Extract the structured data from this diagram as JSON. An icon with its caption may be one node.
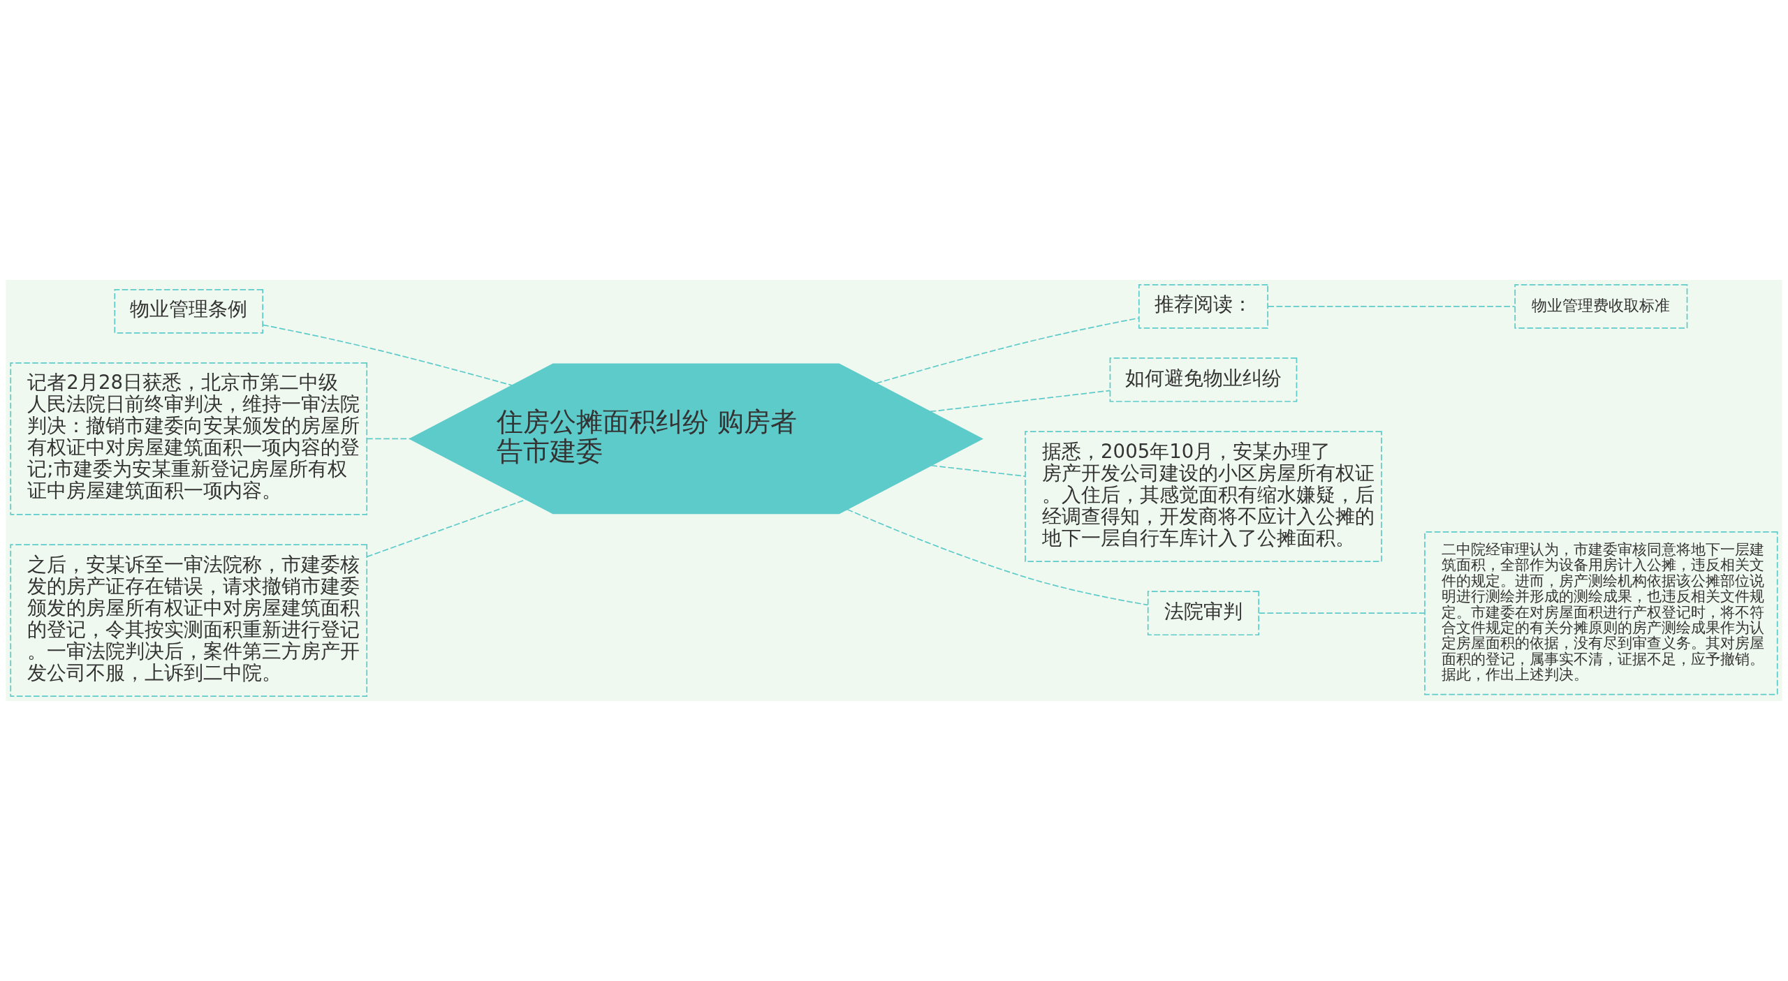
{
  "diagram": {
    "nodes": [
      {
        "text": [
          "住房公摊面积纠纷 购房者告市建委"
        ]
      },
      {
        "text": [
          "物业管理条例"
        ]
      },
      {
        "text": [
          "记者2月28日获悉，北京市第二中级人民法院日前终审判决，维持一审法院判决：撤销市建委向安某颁发的房屋所有权证中对房屋建筑面积一项内容的登记;市建委为安某重新登记房屋所有权证中房屋建筑面积一项内容。"
        ]
      },
      {
        "text": [
          "之后，安某诉至一审法院称，市建委核发的房产证存在错误，请求撤销市建委颁发的房屋所有权证中对房屋建筑面积的登记，令其按实测面积重新进行登记。一审法院判决后，案件第三方房产开发公司不服，上诉到二中院。"
        ]
      },
      {
        "text": [
          "推荐阅读："
        ]
      },
      {
        "text": [
          "物业管理费收取标准"
        ]
      },
      {
        "text": [
          "如何避免物业纠纷"
        ]
      },
      {
        "text": [
          "据悉，2005年10月，安某办理了房产开发公司建设的小区房屋所有权证。入住后，其感觉面积有缩水嫌疑，后经调查得知，开发商将不应计入公摊的地下一层自行车库计入了公摊面积。"
        ]
      },
      {
        "text": [
          "法院审判"
        ]
      },
      {
        "text": [
          "二中院经审理认为，市建委审核同意将地下一层建筑面积，全部作为设备用房计入公摊，违反相关文件的规定。进而，房产测绘机构依据该公摊部位说明进行测绘并形成的测绘成果，也违反相关文件规定。市建委在对房屋面积进行产权登记时，将不符合文件规定的有关分摊原则的房产测绘成果作为认定房屋面积的依据，没有尽到审查义务。其对房屋面积的登记，属事实不清，证据不足，应予撤销。据此，作出上述判决。"
        ]
      }
    ],
    "edges": [
      {
        "from": 0,
        "to": 1,
        "arrow": "none",
        "style": "dashed"
      },
      {
        "from": 0,
        "to": 2,
        "arrow": "none",
        "style": "dashed"
      },
      {
        "from": 0,
        "to": 3,
        "arrow": "none",
        "style": "dashed"
      },
      {
        "from": 0,
        "to": 4,
        "arrow": "none",
        "style": "dashed"
      },
      {
        "from": 4,
        "to": 5,
        "arrow": "none",
        "style": "dashed"
      },
      {
        "from": 0,
        "to": 6,
        "arrow": "none",
        "style": "dashed"
      },
      {
        "from": 0,
        "to": 7,
        "arrow": "none",
        "style": "dashed"
      },
      {
        "from": 0,
        "to": 8,
        "arrow": "none",
        "style": "dashed"
      },
      {
        "from": 8,
        "to": 9,
        "arrow": "none",
        "style": "dashed"
      }
    ]
  }
}
